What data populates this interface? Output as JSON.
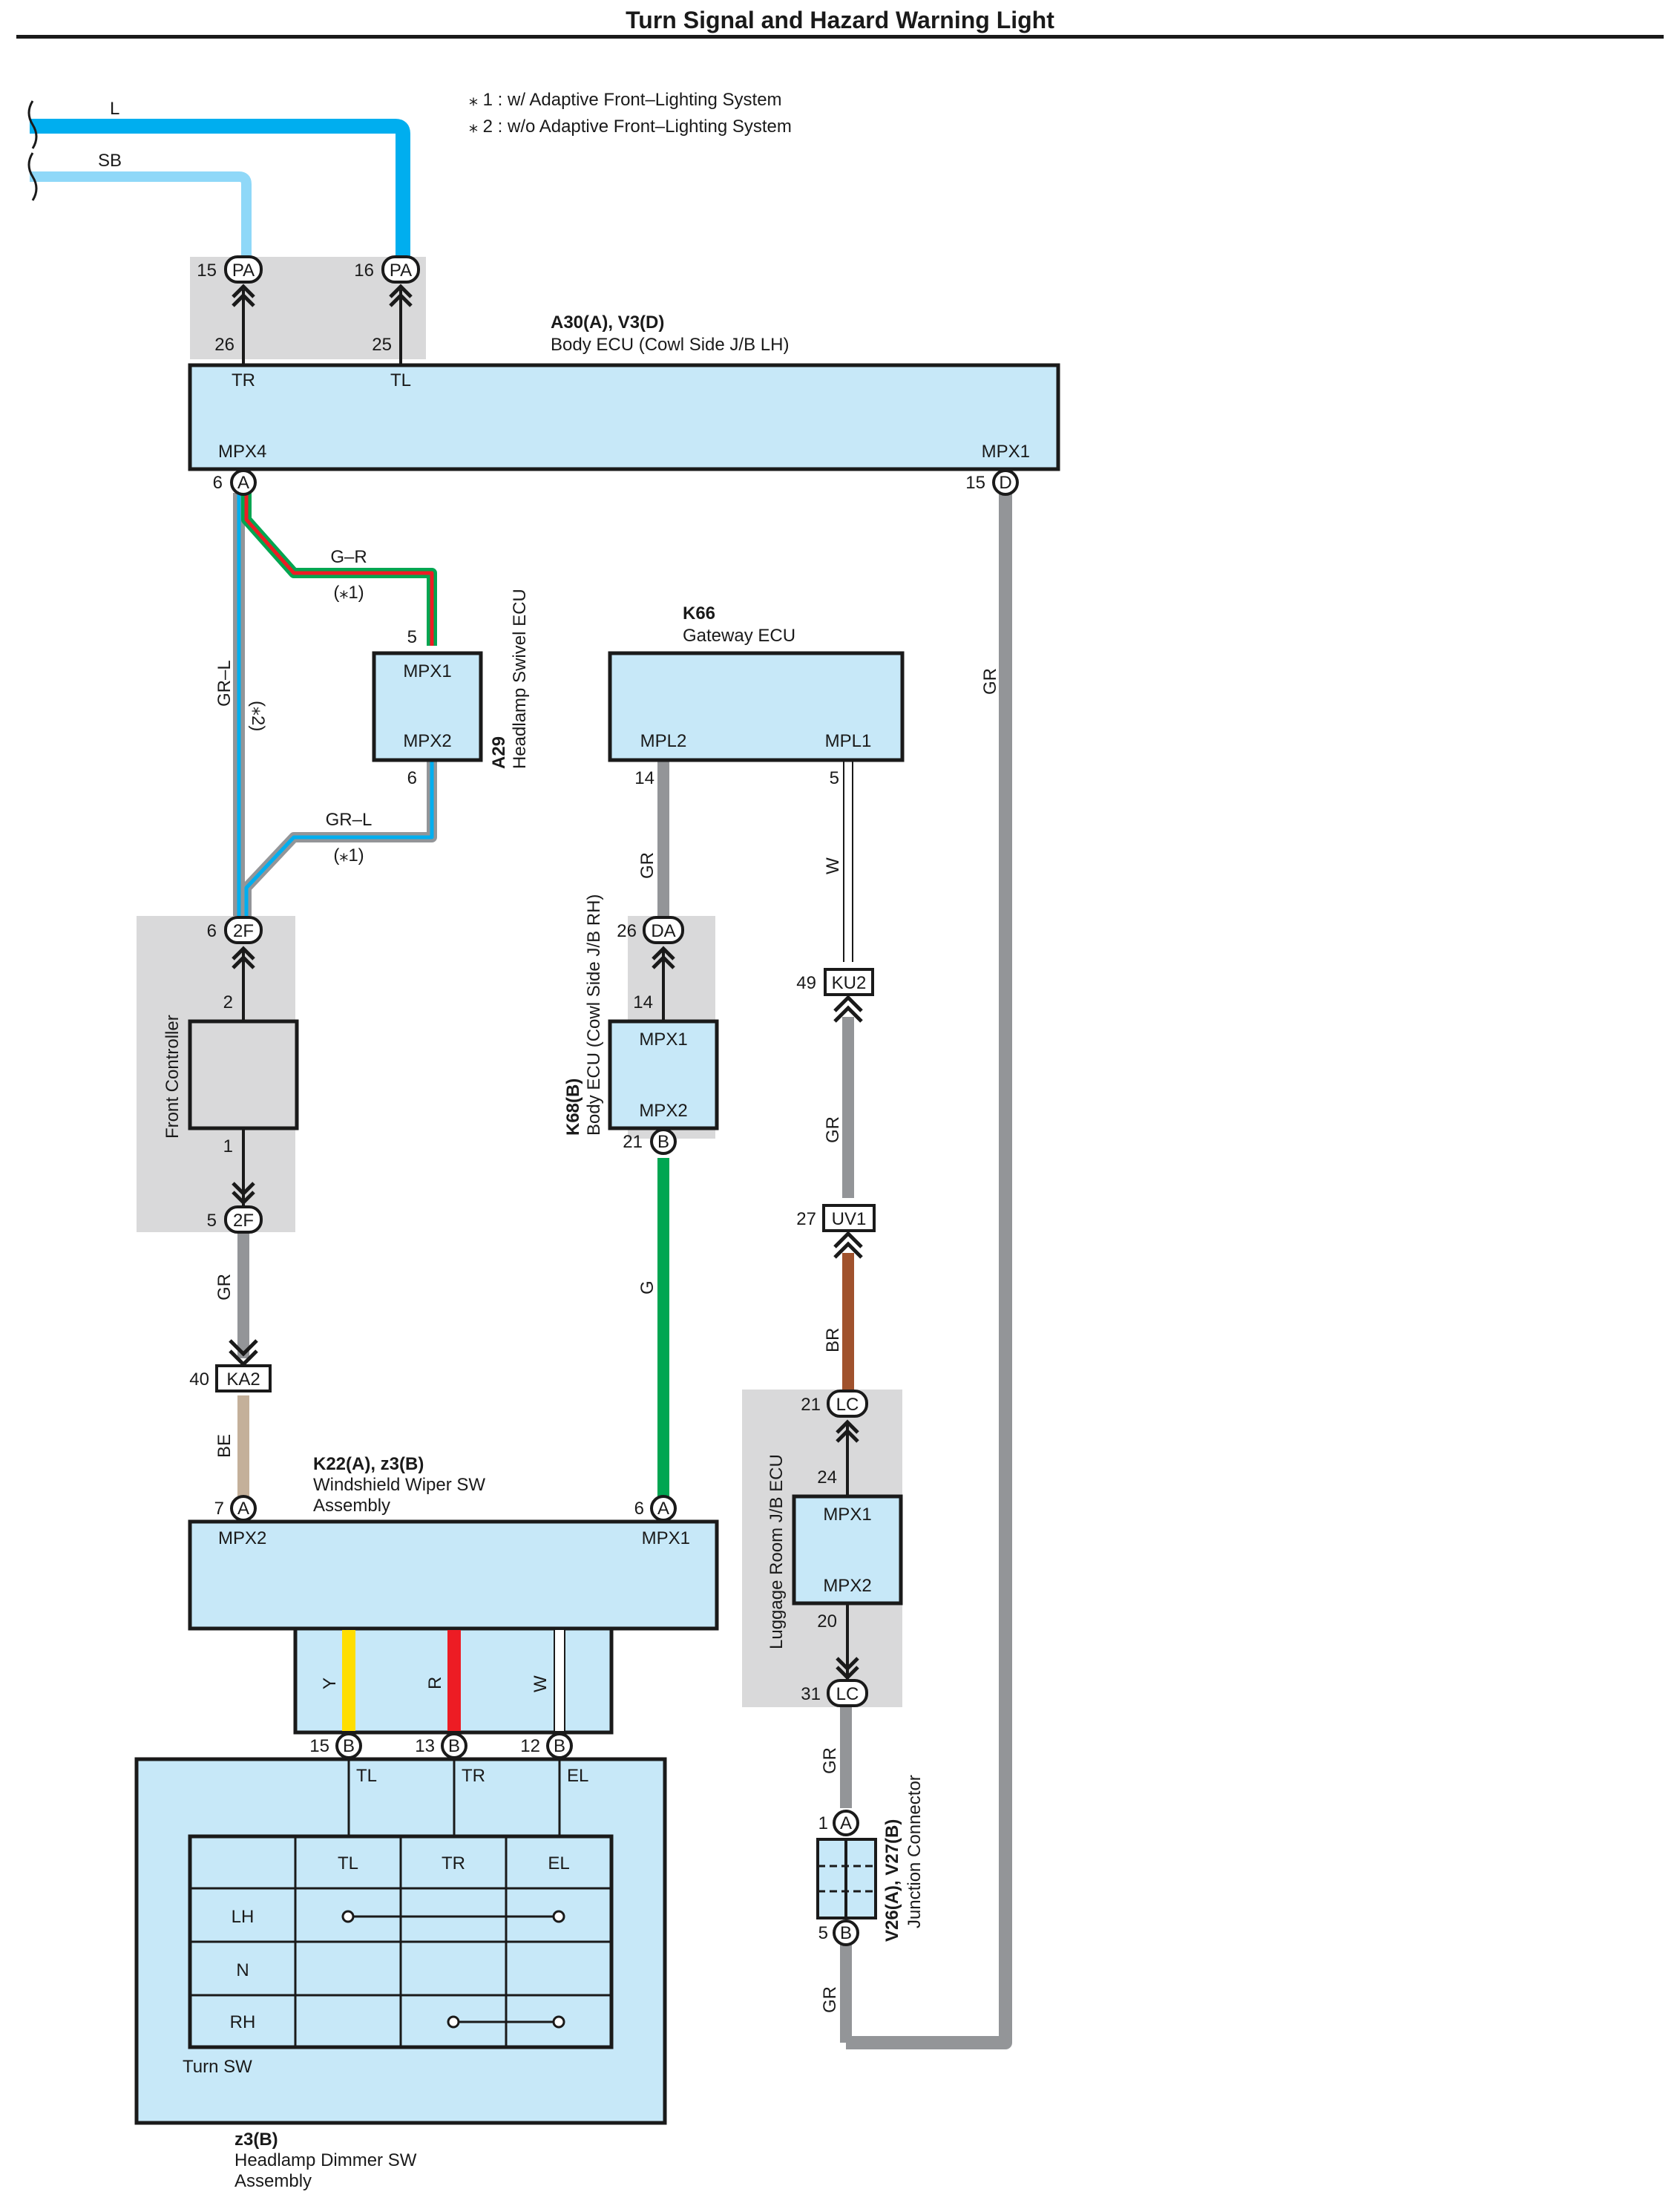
{
  "title": "Turn Signal and Hazard Warning Light",
  "notes": [
    "⁎ 1 : w/ Adaptive Front–Lighting System",
    "⁎ 2 : w/o Adaptive Front–Lighting System"
  ],
  "colors": {
    "L": "#00aeef",
    "SB": "#8fd8f8",
    "GR": "#939598",
    "G": "#00a651",
    "R": "#ed1c24",
    "Y": "#ffde00",
    "BR": "#a0522d",
    "BE": "#c4b09a",
    "W": "#ffffff",
    "ecu_fill": "#c7e8f8",
    "shade": "#d9d9da",
    "line": "#1a1a1a"
  },
  "wire_labels": {
    "L": "L",
    "SB": "SB",
    "G_R": "G–R",
    "GR_L_left": "GR–L",
    "GR_L_mid": "GR–L",
    "note1_a": "(⁎1)",
    "note1_b": "(⁎1)",
    "note2": "(⁎2)",
    "GR_right": "GR",
    "GR_k66": "GR",
    "W_k66": "W",
    "GR_fc": "GR",
    "BE": "BE",
    "G": "G",
    "GR_ku2": "GR",
    "BR": "BR",
    "GR_lc": "GR",
    "GR_v26": "GR",
    "Y": "Y",
    "R": "R",
    "W": "W"
  },
  "body_ecu": {
    "id": "A30(A), V3(D)",
    "name": "Body ECU (Cowl Side J/B LH)",
    "pins": {
      "tr": "TR",
      "tl": "TL",
      "mpx4": "MPX4",
      "mpx1": "MPX1"
    },
    "pin_nums": {
      "tr": "26",
      "tl": "25",
      "a": "6",
      "d": "15"
    },
    "conn": {
      "a": "A",
      "d": "D"
    }
  },
  "pa_connectors": [
    {
      "num": "15",
      "code": "PA"
    },
    {
      "num": "16",
      "code": "PA"
    }
  ],
  "a29": {
    "id": "A29",
    "name": "Headlamp Swivel ECU",
    "mpx1": "MPX1",
    "mpx2": "MPX2",
    "pin_top": "5",
    "pin_bottom": "6"
  },
  "k66": {
    "id": "K66",
    "name": "Gateway ECU",
    "mpl2": "MPL2",
    "mpl1": "MPL1",
    "pin_mpl2": "14",
    "pin_mpl1": "5"
  },
  "front_controller": {
    "name": "Front Controller",
    "top_conn": {
      "num": "6",
      "code": "2F"
    },
    "bottom_conn": {
      "num": "5",
      "code": "2F"
    },
    "pin_top": "2",
    "pin_bottom": "1"
  },
  "k68": {
    "id": "K68(B)",
    "name": "Body ECU (Cowl Side J/B RH)",
    "conn": {
      "num": "26",
      "code": "DA"
    },
    "pin_top": "14",
    "mpx1": "MPX1",
    "mpx2": "MPX2",
    "pin_b": "21",
    "b": "B"
  },
  "ku2": {
    "num": "49",
    "code": "KU2"
  },
  "uv1": {
    "num": "27",
    "code": "UV1"
  },
  "ka2": {
    "num": "40",
    "code": "KA2"
  },
  "luggage": {
    "name": "Luggage Room J/B ECU",
    "top_conn": {
      "num": "21",
      "code": "LC"
    },
    "bottom_conn": {
      "num": "31",
      "code": "LC"
    },
    "pin_top": "24",
    "pin_bottom": "20",
    "mpx1": "MPX1",
    "mpx2": "MPX2"
  },
  "wiper": {
    "id": "K22(A), z3(B)",
    "name1": "Windshield Wiper SW",
    "name2": "Assembly",
    "mpx2": "MPX2",
    "mpx1": "MPX1",
    "pin_a7": "7",
    "pin_a6": "6",
    "a": "A"
  },
  "v26": {
    "id": "V26(A), V27(B)",
    "name": "Junction Connector",
    "pin1": "1",
    "pin5": "5",
    "a": "A",
    "b": "B"
  },
  "dimmer": {
    "id": "z3(B)",
    "name1": "Headlamp Dimmer SW",
    "name2": "Assembly",
    "pins": [
      {
        "num": "15",
        "code": "B",
        "label": "TL"
      },
      {
        "num": "13",
        "code": "B",
        "label": "TR"
      },
      {
        "num": "12",
        "code": "B",
        "label": "EL"
      }
    ],
    "table_cols": [
      "TL",
      "TR",
      "EL"
    ],
    "table_rows": [
      "LH",
      "N",
      "RH"
    ],
    "turn_sw": "Turn SW"
  }
}
